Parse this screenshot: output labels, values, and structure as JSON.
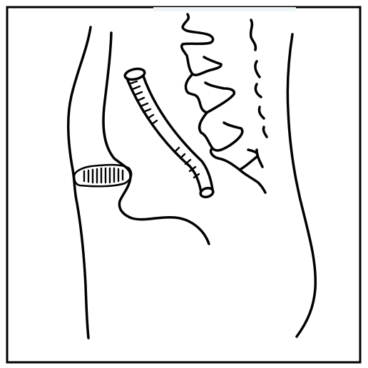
{
  "figure": {
    "caption": ""
  },
  "colors": {
    "ink": "#000000",
    "paper": "#ffffff",
    "frame": "#000000"
  },
  "icons": {
    "tube": "straight-tube-illustration",
    "mouth": "lips-illustration",
    "spine": "spine-illustration"
  }
}
